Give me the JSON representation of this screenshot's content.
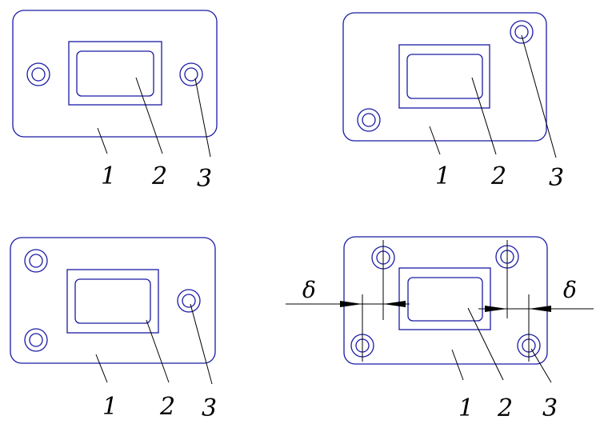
{
  "labels": {
    "part_base": "1",
    "part_window": "2",
    "part_hole": "3",
    "gap_symbol": "δ"
  },
  "colors": {
    "outline": "#1a1aa6",
    "annotation": "#000000"
  }
}
